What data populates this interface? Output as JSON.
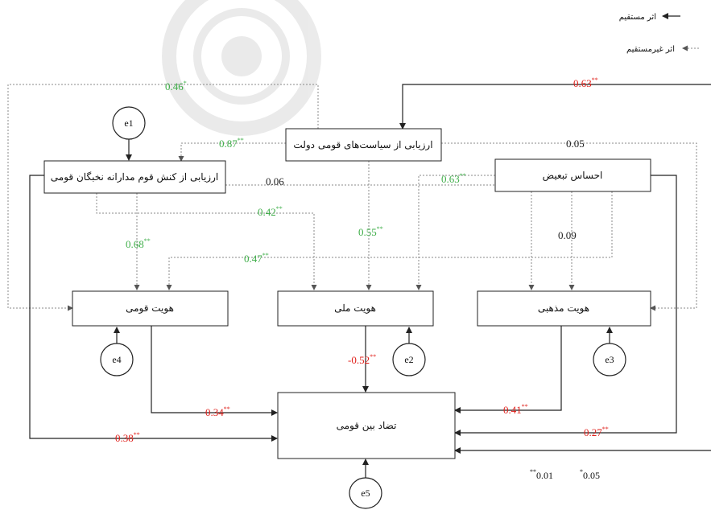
{
  "legend": {
    "direct": "اثر مستقیم",
    "indirect": "اثر غیرمستقیم"
  },
  "nodes": {
    "elites": "ارزیابی از کنش قوم مدارانه نخبگان قومی",
    "policies": "ارزیابی از سیاست‌های قومی دولت",
    "discrimination": "احساس تبعیض",
    "ethnic_identity": "هویت قومی",
    "national_identity": "هویت ملی",
    "religious_identity": "هویت مذهبی",
    "conflict": "تضاد بین قومی"
  },
  "errors": {
    "e1": "e1",
    "e2": "e2",
    "e3": "e3",
    "e4": "e4",
    "e5": "e5"
  },
  "coefficients": {
    "c046": "0.46",
    "c046s": "*",
    "c063top": "0.63",
    "c063tops": "**",
    "c087": "0.87",
    "c087s": "**",
    "c005": "0.05",
    "c006": "0.06",
    "c063mid": "0.63",
    "c063mids": "**",
    "c042": "0.42",
    "c042s": "**",
    "c055": "0.55",
    "c055s": "**",
    "c068": "0.68",
    "c068s": "**",
    "c009": "0.09",
    "c047": "0.47",
    "c047s": "**",
    "cm052": "-0.52",
    "cm052s": "**",
    "c034": "0.34",
    "c034s": "**",
    "c041": "0.41",
    "c041s": "**",
    "c038": "0.38",
    "c038s": "**",
    "c027": "0.27",
    "c027s": "**"
  },
  "significance": {
    "p001_mark": "**",
    "p001": "0.01",
    "p005_mark": "*",
    "p005": "0.05"
  },
  "colors": {
    "green": "#3fae49",
    "red": "#e0201b"
  }
}
